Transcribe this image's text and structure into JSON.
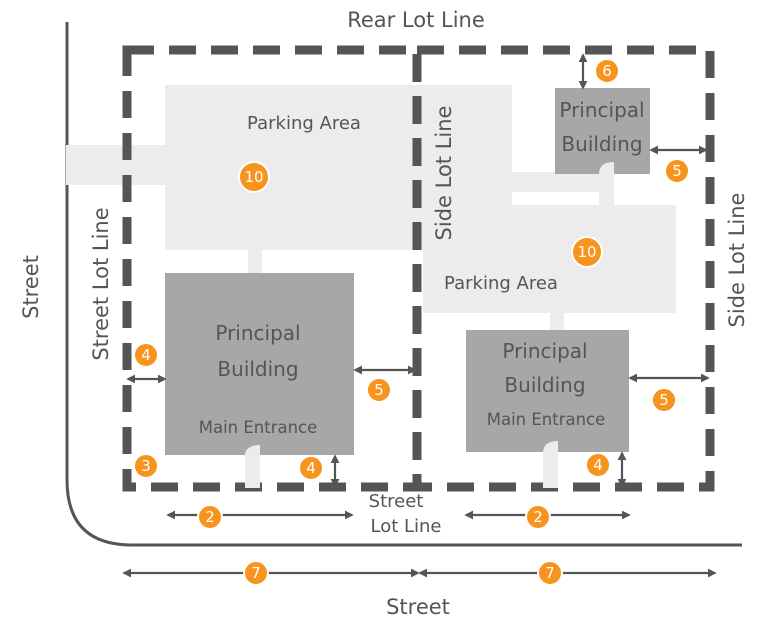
{
  "labels": {
    "rear_lot_line": "Rear Lot Line",
    "street_left": "Street",
    "street_bottom": "Street",
    "street_lot_line_vertical": "Street Lot Line",
    "street_lot_line_bottom_1": "Street",
    "street_lot_line_bottom_2": "Lot Line",
    "side_lot_line_middle": "Side Lot Line",
    "side_lot_line_right": "Side Lot Line",
    "parking_area_1": "Parking Area",
    "parking_area_2": "Parking Area",
    "principal_building_1_a": "Principal",
    "principal_building_1_b": "Building",
    "principal_building_2_a": "Principal",
    "principal_building_2_b": "Building",
    "principal_building_3_a": "Principal",
    "principal_building_3_b": "Building",
    "main_entrance_1": "Main Entrance",
    "main_entrance_2": "Main Entrance"
  },
  "badges": {
    "b2_left": "2",
    "b2_right": "2",
    "b3": "3",
    "b4_left": "4",
    "b4_bottom_left": "4",
    "b4_bottom_right": "4",
    "b5_middle": "5",
    "b5_right": "5",
    "b5_top": "5",
    "b6": "6",
    "b7_left": "7",
    "b7_right": "7",
    "b10_left": "10",
    "b10_right": "10"
  },
  "colors": {
    "badge": "#f7941d",
    "lot_line": "#555555",
    "building": "#a7a7a7",
    "parking": "#ececec",
    "arrow": "#555555",
    "text": "#555555"
  }
}
